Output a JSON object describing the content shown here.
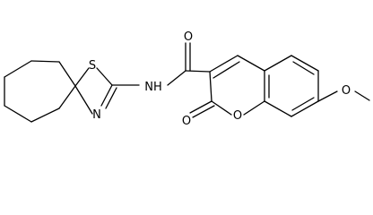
{
  "molecule": {
    "atoms": {
      "methoxy_o": "O",
      "lactone_o": "O",
      "carbonyl_o": "O",
      "amide_o": "O",
      "amide_nh": "NH",
      "thiazole_s": "S",
      "thiazole_n": "N"
    }
  }
}
